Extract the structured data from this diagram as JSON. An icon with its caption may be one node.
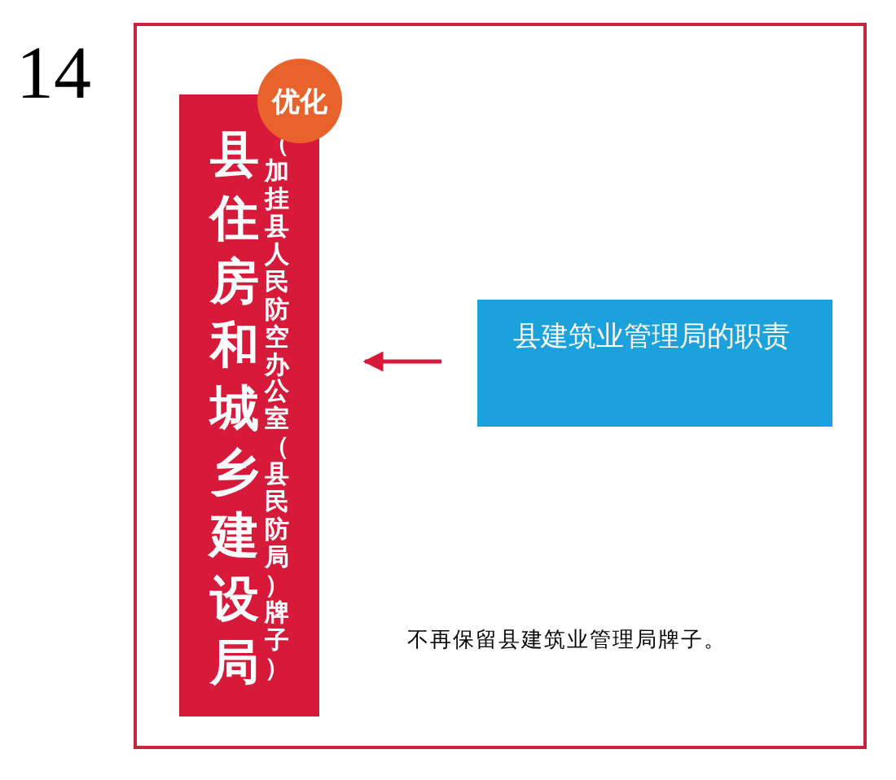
{
  "diagram": {
    "nodes": [
      {
        "text": [
          "县住房和城乡建设局",
          "（加挂县人民防空办公室（县民防局）牌子）"
        ]
      },
      {
        "text": [
          "优化"
        ]
      },
      {
        "text": [
          "县建筑业管理局的职责"
        ]
      }
    ],
    "edges": [
      {
        "from": 2,
        "to": 0,
        "arrow": "to"
      }
    ],
    "labels": [
      "14",
      "不再保留县建筑业管理局牌子。"
    ]
  }
}
